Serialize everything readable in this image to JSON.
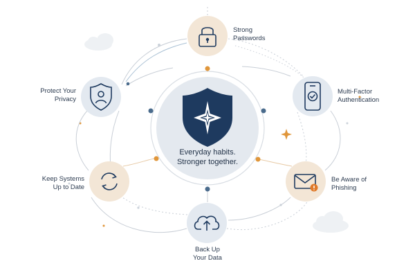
{
  "center": {
    "tagline": "Everyday habits.\nStronger together.",
    "icon": "shield-star-icon"
  },
  "nodes": [
    {
      "id": "passwords",
      "label": "Strong\nPasswords",
      "icon": "padlock-icon"
    },
    {
      "id": "mfa",
      "label": "Multi-Factor\nAuthentication",
      "icon": "phone-check-icon"
    },
    {
      "id": "phishing",
      "label": "Be Aware of\nPhishing",
      "icon": "envelope-warning-icon"
    },
    {
      "id": "backup",
      "label": "Back Up\nYour Data",
      "icon": "cloud-upload-icon"
    },
    {
      "id": "updates",
      "label": "Keep Systems\nUp to Date",
      "icon": "refresh-arrows-icon"
    },
    {
      "id": "privacy",
      "label": "Protect Your\nPrivacy",
      "icon": "user-shield-icon"
    }
  ],
  "colors": {
    "navy": "#1e3a5f",
    "accent_orange": "#e0963a",
    "node_blue_fill": "#e3e9f0",
    "node_beige_fill": "#f3e6d6",
    "line": "#c8ced6",
    "warning": "#e07a2a"
  }
}
